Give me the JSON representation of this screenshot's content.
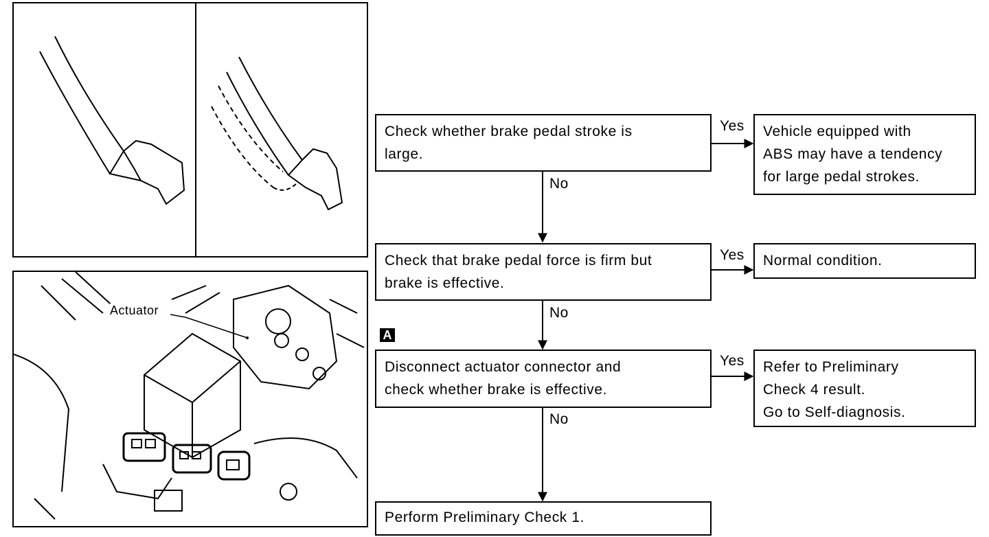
{
  "flowchart": {
    "steps": [
      {
        "lines": [
          "Check whether brake pedal stroke is",
          "large."
        ]
      },
      {
        "lines": [
          "Check that brake pedal force is firm but",
          "brake is effective."
        ]
      },
      {
        "lines": [
          "Disconnect actuator connector and",
          "check whether brake is effective."
        ]
      },
      {
        "lines": [
          "Perform Preliminary Check 1."
        ]
      }
    ],
    "outcomes": [
      {
        "lines": [
          "Vehicle equipped with",
          "ABS may have a tendency",
          "for large pedal strokes."
        ]
      },
      {
        "lines": [
          "Normal condition."
        ]
      },
      {
        "lines": [
          "Refer to Preliminary",
          "Check 4 result.",
          "Go to Self-diagnosis."
        ]
      }
    ],
    "yes_label": "Yes",
    "no_label": "No",
    "marker": "A"
  },
  "illustration": {
    "actuator_label": "Actuator"
  }
}
